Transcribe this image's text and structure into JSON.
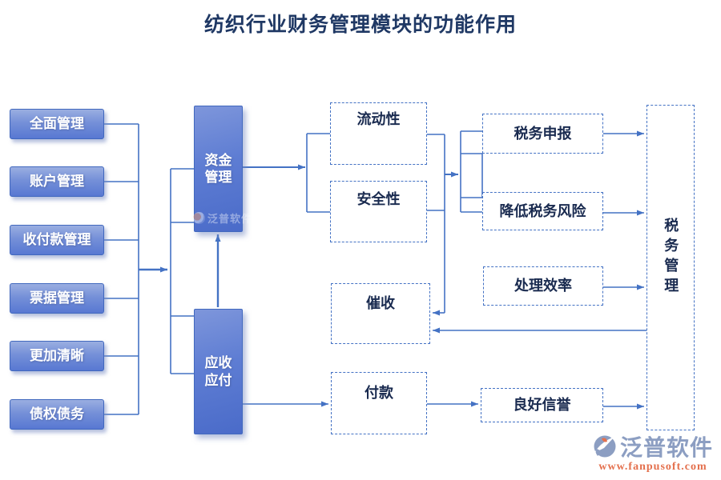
{
  "title": "纺织行业财务管理模块的功能作用",
  "nodes": {
    "left": [
      {
        "label": "全面管理"
      },
      {
        "label": "账户管理"
      },
      {
        "label": "收付款管理"
      },
      {
        "label": "票据管理"
      },
      {
        "label": "更加清晰"
      },
      {
        "label": "债权债务"
      }
    ],
    "mid": [
      {
        "label": "资金管理"
      },
      {
        "label": "应收应付"
      }
    ],
    "outcome": [
      {
        "label": "流动性"
      },
      {
        "label": "安全性"
      },
      {
        "label": "催收"
      },
      {
        "label": "付款"
      }
    ],
    "right": [
      {
        "label": "税务申报"
      },
      {
        "label": "降低税务风险"
      },
      {
        "label": "处理效率"
      },
      {
        "label": "良好信誉"
      }
    ],
    "tax": {
      "label": "税务管理"
    }
  },
  "watermark": {
    "text": "泛普软件"
  },
  "footer_logo": {
    "brand": "泛普软件",
    "website": "www.fanpusoft.com"
  },
  "colors": {
    "line": "#4472C4",
    "title_text": "#1F3864",
    "dashed_node_text": "#1A2B50",
    "solid_node_border": "#4168BE",
    "brand_gray_blue": "#8C9EC2",
    "brand_orange": "#E4704D"
  }
}
